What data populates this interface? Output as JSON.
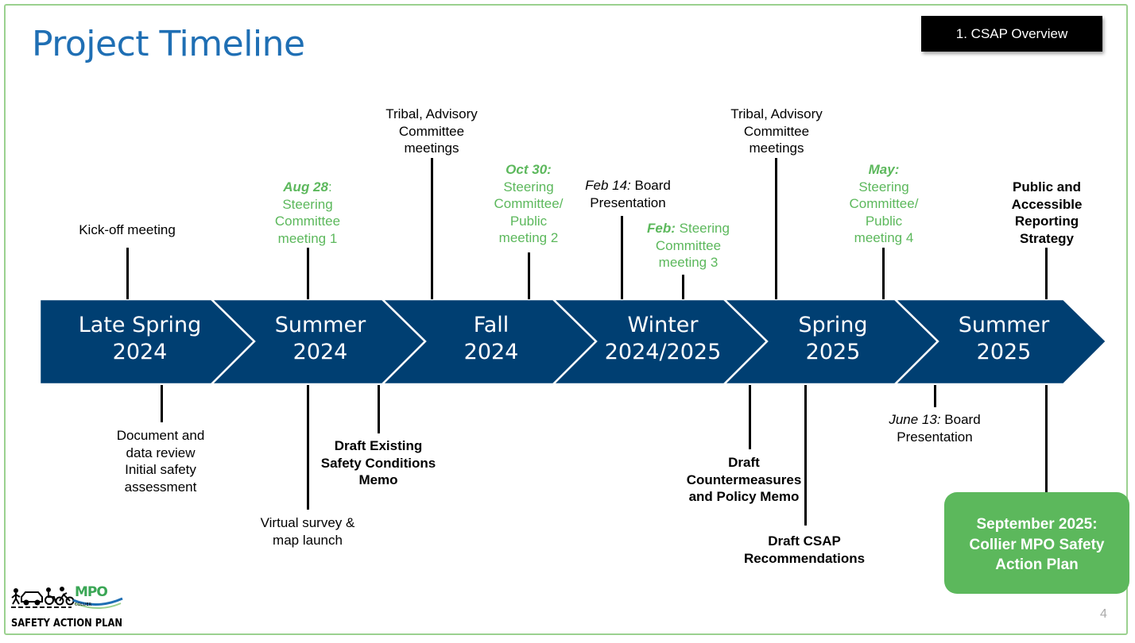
{
  "header": {
    "title": "Project Timeline",
    "section_label": "1. CSAP Overview"
  },
  "colors": {
    "arrow_fill": "#003f72",
    "accent_green": "#5cb85c",
    "title_blue": "#1f6fb4",
    "border_green": "#9bd18f"
  },
  "phases": [
    {
      "line1": "Late Spring",
      "line2": "2024"
    },
    {
      "line1": "Summer",
      "line2": "2024"
    },
    {
      "line1": "Fall",
      "line2": "2024"
    },
    {
      "line1": "Winter",
      "line2": "2024/2025"
    },
    {
      "line1": "Spring",
      "line2": "2025"
    },
    {
      "line1": "Summer",
      "line2": "2025"
    }
  ],
  "events_above": {
    "kickoff": "Kick-off meeting",
    "aug28_date": "Aug 28",
    "aug28_colon": ":",
    "aug28_l1": "Steering",
    "aug28_l2": "Committee",
    "aug28_l3": "meeting 1",
    "tribal1_l1": "Tribal, Advisory",
    "tribal1_l2": "Committee",
    "tribal1_l3": "meetings",
    "oct30_date": "Oct 30:",
    "oct30_l1": "Steering",
    "oct30_l2": "Committee/",
    "oct30_l3": "Public",
    "oct30_l4": "meeting 2",
    "feb14_date": "Feb 14:",
    "feb14_l1": "Board",
    "feb14_l2": "Presentation",
    "feb_date": "Feb:",
    "feb_l1": "Steering",
    "feb_l2": "Committee",
    "feb_l3": "meeting 3",
    "tribal2_l1": "Tribal, Advisory",
    "tribal2_l2": "Committee",
    "tribal2_l3": "meetings",
    "may_date": "May:",
    "may_l1": "Steering",
    "may_l2": "Committee/",
    "may_l3": "Public",
    "may_l4": "meeting 4",
    "public_l1": "Public and",
    "public_l2": "Accessible",
    "public_l3": "Reporting",
    "public_l4": "Strategy"
  },
  "events_below": {
    "doc_l1": "Document and",
    "doc_l2": "data review",
    "doc_l3": "Initial safety",
    "doc_l4": "assessment",
    "survey_l1": "Virtual survey &",
    "survey_l2": "map launch",
    "existing_l1": "Draft Existing",
    "existing_l2": "Safety Conditions",
    "existing_l3": "Memo",
    "counter_l1": "Draft",
    "counter_l2": "Countermeasures",
    "counter_l3": "and Policy Memo",
    "csap_l1": "Draft CSAP",
    "csap_l2": "Recommendations",
    "june13_date": "June 13:",
    "june13_l1": "Board",
    "june13_l2": "Presentation"
  },
  "final_box": {
    "l1": "September  2025:",
    "l2": "Collier MPO Safety",
    "l3": "Action Plan"
  },
  "logo": {
    "text": "SAFETY ACTION PLAN",
    "mpo": "MPO",
    "org": "COLLIER"
  },
  "page_number": "4"
}
